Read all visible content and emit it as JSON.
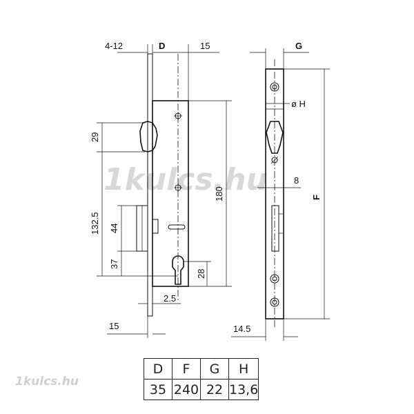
{
  "watermark": {
    "center": "1kulcs.hu",
    "bottom": "1kulcs.hu"
  },
  "front_view": {
    "labels": {
      "backset_range": "4-12",
      "backset": "D",
      "top_right": "15",
      "latch_height": "29",
      "total_to_cyl": "132.5",
      "bolt_height": "44",
      "bolt_offset": "37",
      "lock_height": "180",
      "cyl_height": "28",
      "cyl_offset": "2.5",
      "bottom_left": "15"
    }
  },
  "side_view": {
    "labels": {
      "faceplate_width": "G",
      "hole_diameter": "ø H",
      "slot": "8",
      "faceplate_length": "F",
      "bottom": "14.5"
    }
  },
  "spec_table": {
    "headers": [
      "D",
      "F",
      "G",
      "H"
    ],
    "values": [
      "35",
      "240",
      "22",
      "13,6"
    ]
  }
}
